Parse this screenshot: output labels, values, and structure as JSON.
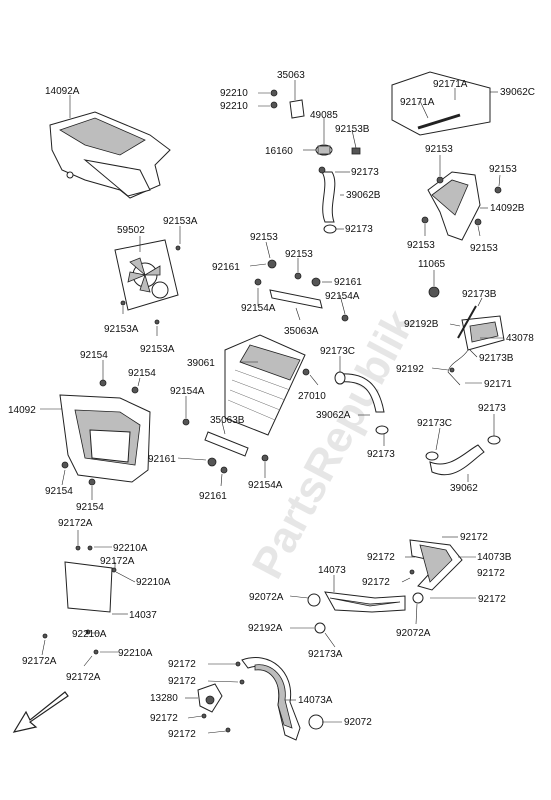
{
  "watermark": "PartsRepublik",
  "labels": [
    {
      "id": "l-14092A",
      "text": "14092A"
    },
    {
      "id": "l-35063",
      "text": "35063"
    },
    {
      "id": "l-92210-a",
      "text": "92210"
    },
    {
      "id": "l-92210-b",
      "text": "92210"
    },
    {
      "id": "l-49085",
      "text": "49085"
    },
    {
      "id": "l-92153B",
      "text": "92153B"
    },
    {
      "id": "l-16160",
      "text": "16160"
    },
    {
      "id": "l-92173-a",
      "text": "92173"
    },
    {
      "id": "l-39062B",
      "text": "39062B"
    },
    {
      "id": "l-92173-b",
      "text": "92173"
    },
    {
      "id": "l-92171A-a",
      "text": "92171A"
    },
    {
      "id": "l-92171A-b",
      "text": "92171A"
    },
    {
      "id": "l-39062C",
      "text": "39062C"
    },
    {
      "id": "l-92153-a",
      "text": "92153"
    },
    {
      "id": "l-92153-b",
      "text": "92153"
    },
    {
      "id": "l-14092B",
      "text": "14092B"
    },
    {
      "id": "l-92153-c",
      "text": "92153"
    },
    {
      "id": "l-92153-d",
      "text": "92153"
    },
    {
      "id": "l-92153A-a",
      "text": "92153A"
    },
    {
      "id": "l-59502",
      "text": "59502"
    },
    {
      "id": "l-92153A-b",
      "text": "92153A"
    },
    {
      "id": "l-92153A-c",
      "text": "92153A"
    },
    {
      "id": "l-92153-e",
      "text": "92153"
    },
    {
      "id": "l-92161-a",
      "text": "92161"
    },
    {
      "id": "l-92153-f",
      "text": "92153"
    },
    {
      "id": "l-92161-b",
      "text": "92161"
    },
    {
      "id": "l-92154A-a",
      "text": "92154A"
    },
    {
      "id": "l-92154A-b",
      "text": "92154A"
    },
    {
      "id": "l-35063A",
      "text": "35063A"
    },
    {
      "id": "l-11065",
      "text": "11065"
    },
    {
      "id": "l-92173B-a",
      "text": "92173B"
    },
    {
      "id": "l-92192B",
      "text": "92192B"
    },
    {
      "id": "l-43078",
      "text": "43078"
    },
    {
      "id": "l-92173B-b",
      "text": "92173B"
    },
    {
      "id": "l-92192",
      "text": "92192"
    },
    {
      "id": "l-92171",
      "text": "92171"
    },
    {
      "id": "l-39061",
      "text": "39061"
    },
    {
      "id": "l-92173C-a",
      "text": "92173C"
    },
    {
      "id": "l-27010",
      "text": "27010"
    },
    {
      "id": "l-39062A",
      "text": "39062A"
    },
    {
      "id": "l-92173-c",
      "text": "92173"
    },
    {
      "id": "l-92154-a",
      "text": "92154"
    },
    {
      "id": "l-92154-b",
      "text": "92154"
    },
    {
      "id": "l-14092",
      "text": "14092"
    },
    {
      "id": "l-92154A-c",
      "text": "92154A"
    },
    {
      "id": "l-35063B",
      "text": "35063B"
    },
    {
      "id": "l-92161-c",
      "text": "92161"
    },
    {
      "id": "l-92161-d",
      "text": "92161"
    },
    {
      "id": "l-92154A-d",
      "text": "92154A"
    },
    {
      "id": "l-92173C-b",
      "text": "92173C"
    },
    {
      "id": "l-92173-d",
      "text": "92173"
    },
    {
      "id": "l-39062",
      "text": "39062"
    },
    {
      "id": "l-92154-c",
      "text": "92154"
    },
    {
      "id": "l-92154-d",
      "text": "92154"
    },
    {
      "id": "l-92172A-a",
      "text": "92172A"
    },
    {
      "id": "l-92210A-a",
      "text": "92210A"
    },
    {
      "id": "l-92172A-b",
      "text": "92172A"
    },
    {
      "id": "l-92210A-b",
      "text": "92210A"
    },
    {
      "id": "l-14037",
      "text": "14037"
    },
    {
      "id": "l-92210A-c",
      "text": "92210A"
    },
    {
      "id": "l-92172A-c",
      "text": "92172A"
    },
    {
      "id": "l-92210A-d",
      "text": "92210A"
    },
    {
      "id": "l-92172A-d",
      "text": "92172A"
    },
    {
      "id": "l-92172-a",
      "text": "92172"
    },
    {
      "id": "l-92172-b",
      "text": "92172"
    },
    {
      "id": "l-14073B",
      "text": "14073B"
    },
    {
      "id": "l-14073",
      "text": "14073"
    },
    {
      "id": "l-92172-c",
      "text": "92172"
    },
    {
      "id": "l-92172-d",
      "text": "92172"
    },
    {
      "id": "l-92072A-a",
      "text": "92072A"
    },
    {
      "id": "l-92172-e",
      "text": "92172"
    },
    {
      "id": "l-92192A",
      "text": "92192A"
    },
    {
      "id": "l-92072A-b",
      "text": "92072A"
    },
    {
      "id": "l-92173A",
      "text": "92173A"
    },
    {
      "id": "l-92172-f",
      "text": "92172"
    },
    {
      "id": "l-92172-g",
      "text": "92172"
    },
    {
      "id": "l-13280",
      "text": "13280"
    },
    {
      "id": "l-14073A",
      "text": "14073A"
    },
    {
      "id": "l-92172-h",
      "text": "92172"
    },
    {
      "id": "l-92072",
      "text": "92072"
    },
    {
      "id": "l-92172-i",
      "text": "92172"
    }
  ]
}
